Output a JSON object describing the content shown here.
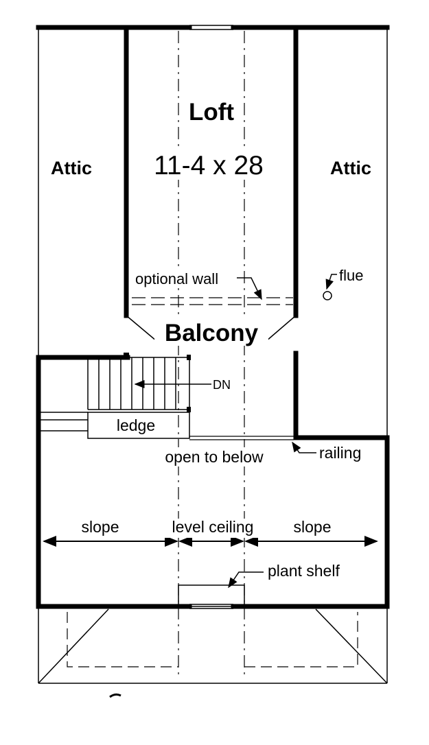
{
  "rooms": {
    "loft_name": "Loft",
    "loft_size": "11-4 x 28",
    "attic_left": "Attic",
    "attic_right": "Attic",
    "balcony": "Balcony"
  },
  "notes": {
    "optional_wall": "optional wall",
    "flue": "flue",
    "dn": "DN",
    "ledge": "ledge",
    "open_to_below": "open to below",
    "railing": "railing",
    "slope_left": "slope",
    "level_ceiling": "level ceiling",
    "slope_right": "slope",
    "plant_shelf": "plant shelf"
  }
}
